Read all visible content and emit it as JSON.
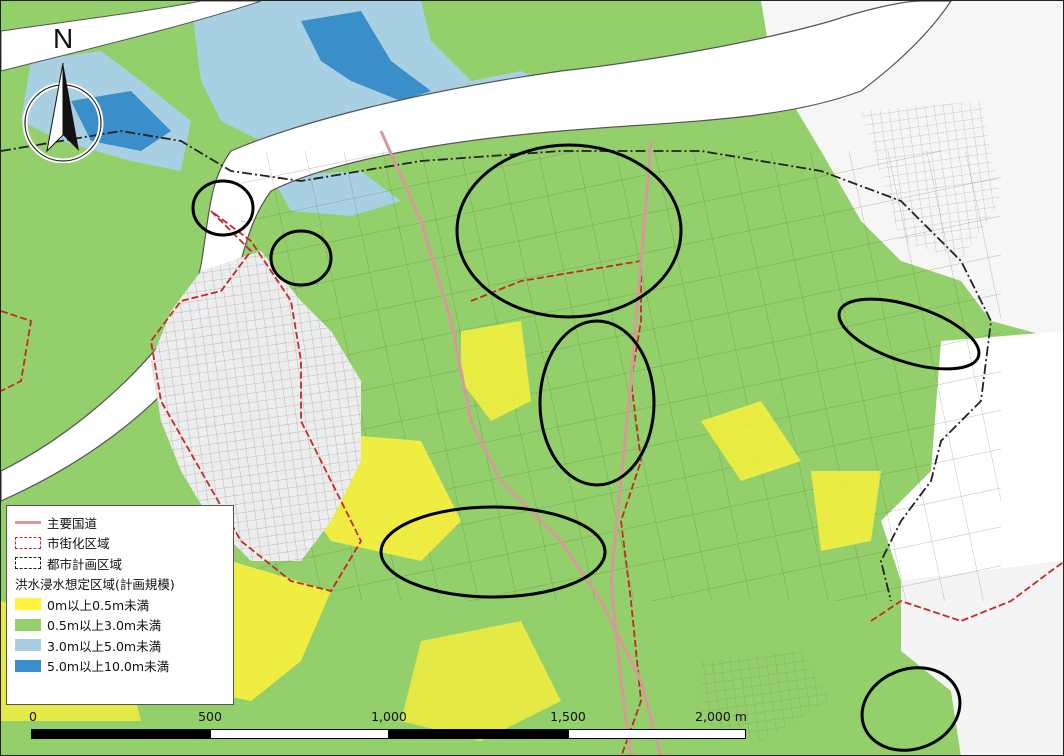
{
  "map": {
    "compass": {
      "letter": "N",
      "icon": "north-arrow-icon"
    },
    "colors": {
      "land_green": "#93cf6a",
      "shallow_yellow": "#fff23a",
      "flood_light_blue": "#a9cfe3",
      "flood_dark_blue": "#3a8ec9",
      "river": "#ffffff",
      "urban": "#ededed",
      "road": "#d69a9a",
      "urbanization_boundary": "#c62828",
      "city_planning_boundary": "#222222",
      "highlight_ellipse": "#000000"
    },
    "legend": {
      "items": [
        {
          "type": "line",
          "label": "主要国道",
          "color": "#d69a9a"
        },
        {
          "type": "dash-red",
          "label": "市街化区域",
          "color": "#c62828"
        },
        {
          "type": "dash-black",
          "label": "都市計画区域",
          "color": "#222222"
        }
      ],
      "flood_title": "洪水浸水想定区域(計画規模)",
      "flood_classes": [
        {
          "label": "0m以上0.5m未満",
          "color": "#fff23a"
        },
        {
          "label": "0.5m以上3.0m未満",
          "color": "#93cf6a"
        },
        {
          "label": "3.0m以上5.0m未満",
          "color": "#a9cfe3"
        },
        {
          "label": "5.0m以上10.0m未満",
          "color": "#3a8ec9"
        }
      ]
    },
    "scale": {
      "labels": [
        "0",
        "500",
        "1,000",
        "1,500",
        "2,000 m"
      ],
      "segments": [
        "black",
        "white",
        "black",
        "white"
      ]
    }
  }
}
